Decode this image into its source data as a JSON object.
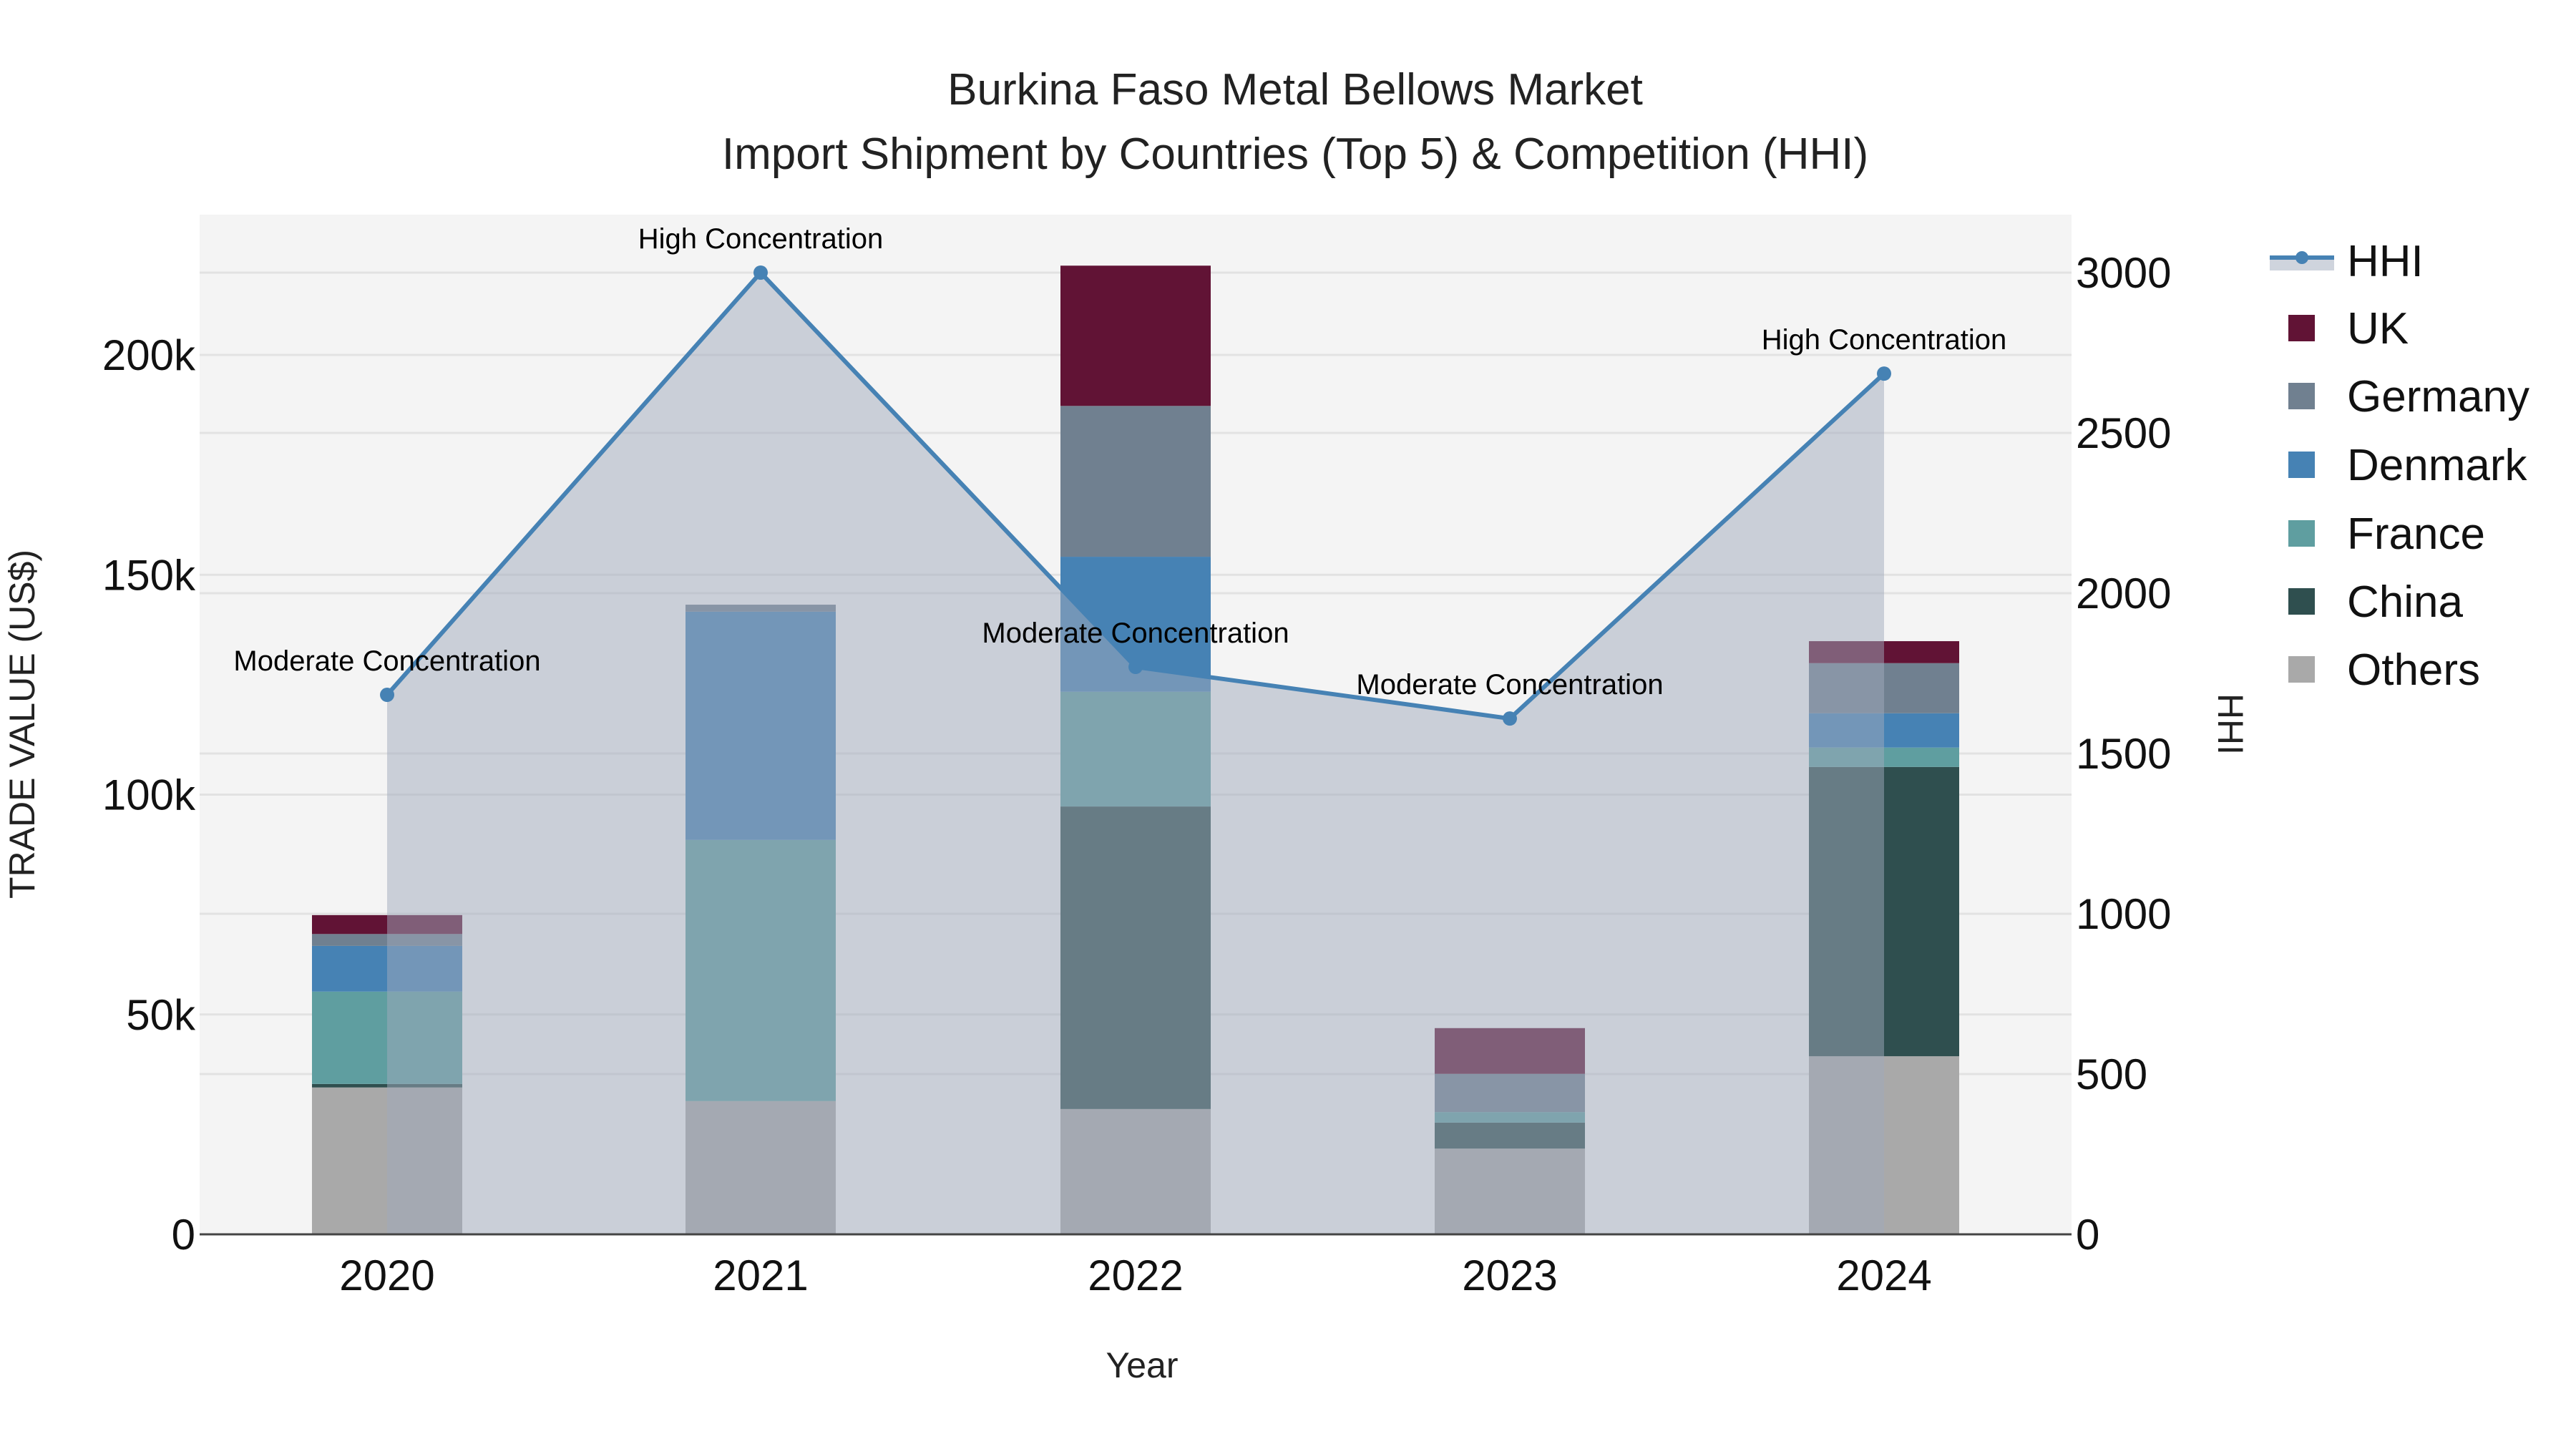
{
  "chart_data": {
    "type": "bar",
    "title": "Burkina Faso Metal Bellows Market",
    "subtitle": "Import Shipment by Countries (Top 5) & Competition (HHI)",
    "xlabel": "Year",
    "ylabel": "TRADE VALUE (US$)",
    "y2label": "HHI",
    "categories": [
      "2020",
      "2021",
      "2022",
      "2023",
      "2024"
    ],
    "stacked": true,
    "ylim": [
      0,
      232000
    ],
    "y_ticks": [
      0,
      50000,
      100000,
      150000,
      200000
    ],
    "y_tick_labels": [
      "0",
      "50k",
      "100k",
      "150k",
      "200k"
    ],
    "y2lim": [
      0,
      3170
    ],
    "y2_ticks": [
      0,
      500,
      1000,
      1500,
      2000,
      2500,
      3000
    ],
    "y2_tick_labels": [
      "0",
      "500",
      "1000",
      "1500",
      "2000",
      "2500",
      "3000"
    ],
    "grid": true,
    "legend_position": "right",
    "series": [
      {
        "name": "Others",
        "color": "#a9a9a9",
        "values": [
          33400,
          30300,
          28500,
          19500,
          40500
        ]
      },
      {
        "name": "China",
        "color": "#2f4f4f",
        "values": [
          800,
          0,
          68800,
          5900,
          65800
        ]
      },
      {
        "name": "France",
        "color": "#5f9ea0",
        "values": [
          21000,
          59400,
          26100,
          2400,
          4400
        ]
      },
      {
        "name": "Denmark",
        "color": "#4682b4",
        "values": [
          10400,
          51900,
          30700,
          0,
          7800
        ]
      },
      {
        "name": "Germany",
        "color": "#708090",
        "values": [
          2700,
          1600,
          34300,
          8700,
          11400
        ]
      },
      {
        "name": "UK",
        "color": "#611335",
        "values": [
          4300,
          0,
          31900,
          10400,
          5000
        ]
      }
    ],
    "line_series": {
      "name": "HHI",
      "axis": "y2",
      "color": "#4682b4",
      "fill": "tozeroy",
      "values": [
        1683,
        3000,
        1770,
        1609,
        2685
      ],
      "annotations": [
        "Moderate Concentration",
        "High Concentration",
        "Moderate Concentration",
        "Moderate Concentration",
        "High Concentration"
      ]
    }
  },
  "legend": {
    "items": [
      {
        "label": "HHI",
        "type": "line",
        "color": "#4682b4"
      },
      {
        "label": "UK",
        "type": "box",
        "color": "#611335"
      },
      {
        "label": "Germany",
        "type": "box",
        "color": "#708090"
      },
      {
        "label": "Denmark",
        "type": "box",
        "color": "#4682b4"
      },
      {
        "label": "France",
        "type": "box",
        "color": "#5f9ea0"
      },
      {
        "label": "China",
        "type": "box",
        "color": "#2f4f4f"
      },
      {
        "label": "Others",
        "type": "box",
        "color": "#a9a9a9"
      }
    ]
  },
  "colors": {
    "plot_bg": "#f4f4f4",
    "grid": "#e2e2e2",
    "hhi_area": "rgba(160,170,188,0.5)",
    "zero_line": "#444444"
  }
}
